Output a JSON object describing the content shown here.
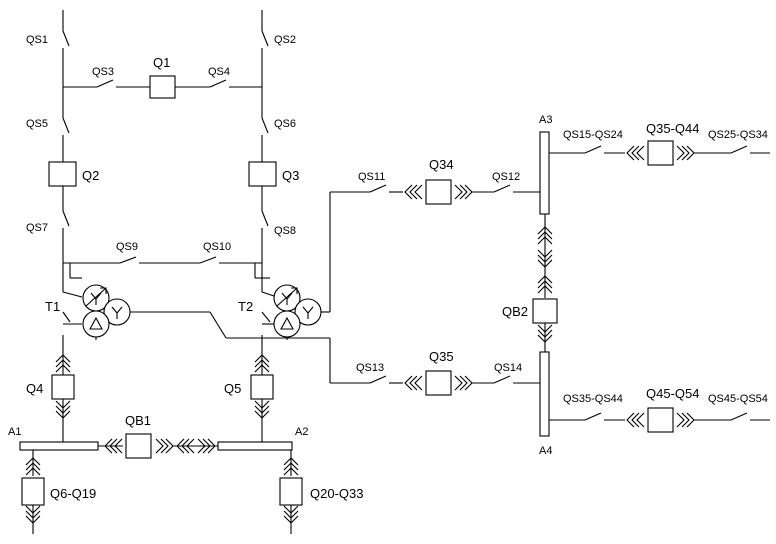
{
  "labels": {
    "qs1": "QS1",
    "qs2": "QS2",
    "qs3": "QS3",
    "qs4": "QS4",
    "q1": "Q1",
    "qs5": "QS5",
    "qs6": "QS6",
    "q2": "Q2",
    "q3": "Q3",
    "qs7": "QS7",
    "qs8": "QS8",
    "qs9": "QS9",
    "qs10": "QS10",
    "t1": "T1",
    "t2": "T2",
    "q4": "Q4",
    "q5": "Q5",
    "a1": "A1",
    "a2": "A2",
    "qb1": "QB1",
    "q6_19": "Q6-Q19",
    "q20_33": "Q20-Q33",
    "qs11": "QS11",
    "q34": "Q34",
    "qs12": "QS12",
    "qs13": "QS13",
    "q35": "Q35",
    "qs14": "QS14",
    "a3": "A3",
    "a4": "A4",
    "qb2": "QB2",
    "qs15_24": "QS15-QS24",
    "q35_44": "Q35-Q44",
    "qs25_34": "QS25-QS34",
    "qs35_44": "QS35-QS44",
    "q45_54": "Q45-Q54",
    "qs45_54": "QS45-QS54"
  }
}
